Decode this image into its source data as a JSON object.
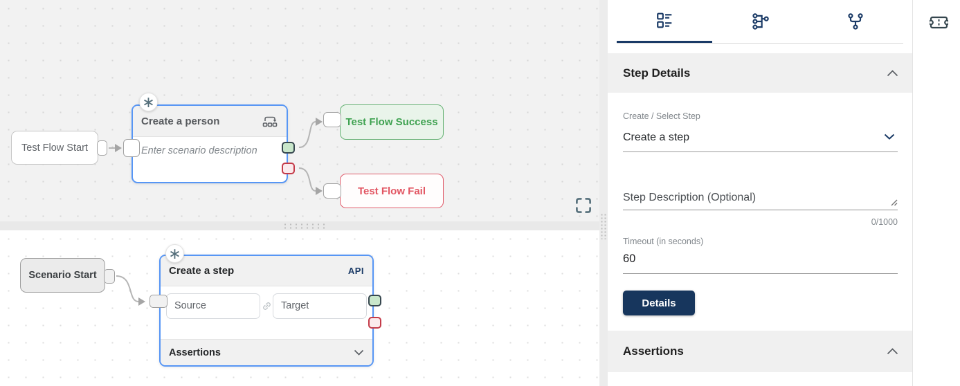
{
  "canvas": {
    "test_flow": {
      "start_label": "Test Flow Start",
      "person_title": "Create a person",
      "person_placeholder": "Enter scenario description",
      "success_label": "Test Flow Success",
      "fail_label": "Test Flow Fail",
      "badge_glyph": "∗"
    },
    "scenario": {
      "start_label": "Scenario Start",
      "step_title": "Create a step",
      "protocol_badge": "API",
      "source_placeholder": "Source",
      "target_placeholder": "Target",
      "assertions_label": "Assertions",
      "badge_glyph": "∗"
    }
  },
  "panel": {
    "tabs": [
      {
        "icon": "list-details-icon",
        "active": true
      },
      {
        "icon": "schema-icon",
        "active": false
      },
      {
        "icon": "branch-merge-icon",
        "active": false
      }
    ],
    "step_details_title": "Step Details",
    "assertions_title": "Assertions",
    "form": {
      "select_label": "Create / Select Step",
      "select_value": "Create a step",
      "description_placeholder": "Step Description (Optional)",
      "char_counter": "0/1000",
      "timeout_label": "Timeout (in seconds)",
      "timeout_value": "60",
      "details_button_label": "Details"
    }
  },
  "colors": {
    "primary_navy": "#1a3a66",
    "node_border_blue": "#5796f5",
    "success_green": "#43a047",
    "fail_red": "#e0505f",
    "connector_gray": "#b5b5b5"
  }
}
